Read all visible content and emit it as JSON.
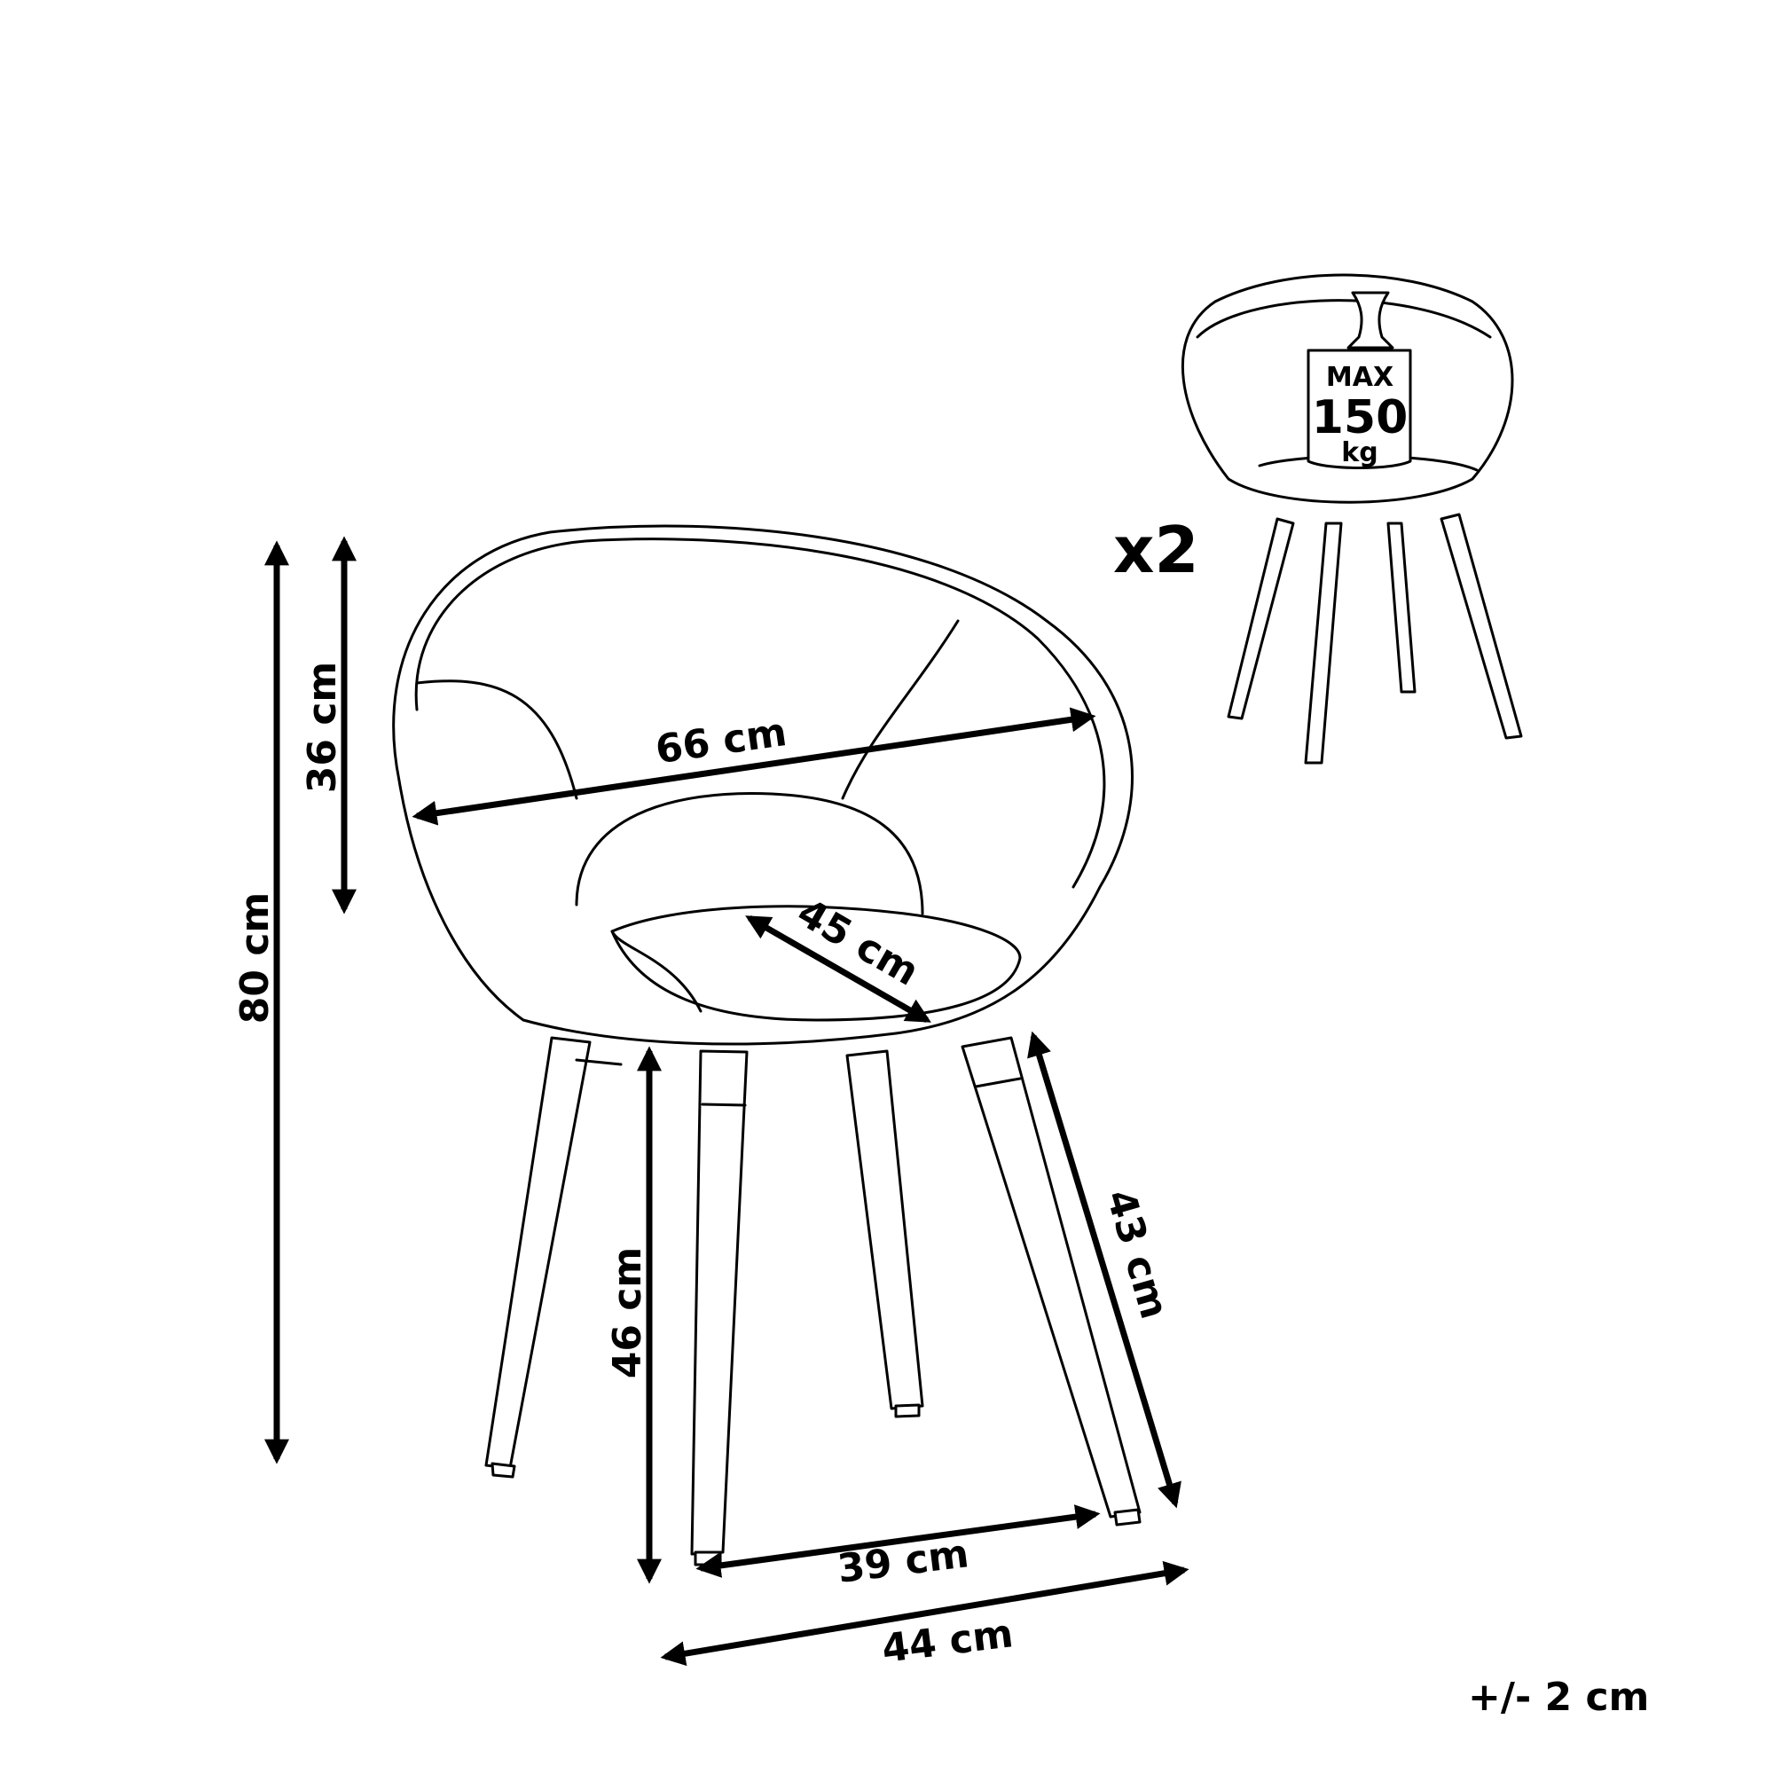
{
  "diagram": {
    "type": "product-dimension-drawing",
    "subject": "round bucket chair with wooden legs",
    "dimensions": {
      "total_height": "80 cm",
      "backrest_height": "36 cm",
      "width": "66 cm",
      "seat_depth": "45 cm",
      "seat_height": "46 cm",
      "leg_length": "43 cm",
      "leg_span_front": "39 cm",
      "base_width": "44 cm"
    },
    "quantity_label": "x2",
    "max_load": {
      "line1": "MAX",
      "line2": "150",
      "line3": "kg"
    },
    "tolerance": "+/- 2 cm",
    "colors": {
      "line": "#000000",
      "background": "#ffffff"
    }
  }
}
